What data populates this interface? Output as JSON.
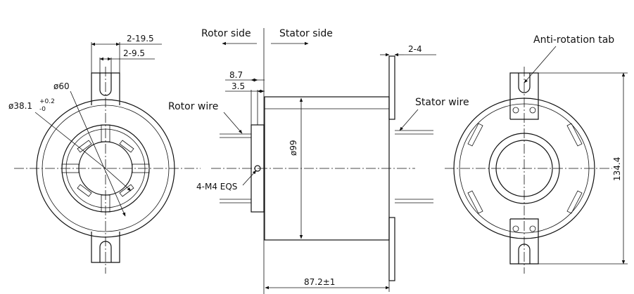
{
  "labels": {
    "rotor_side": "Rotor side",
    "stator_side": "Stator side",
    "rotor_wire": "Rotor wire",
    "stator_wire": "Stator wire",
    "anti_rotation_tab": "Anti-rotation tab",
    "screw": "4-M4  EQS"
  },
  "dimensions": {
    "d_2_19_5": "2-19.5",
    "d_2_9_5": "2-9.5",
    "d_60": "ø60",
    "d_38_1": "ø38.1",
    "tol_plus": "+0.2",
    "tol_minus": "-0",
    "d_8_7": "8.7",
    "d_3_5": "3.5",
    "d_99": "ø99",
    "d_2_4": "2-4",
    "d_87_2": "87.2±1",
    "d_134_4": "134.4"
  }
}
